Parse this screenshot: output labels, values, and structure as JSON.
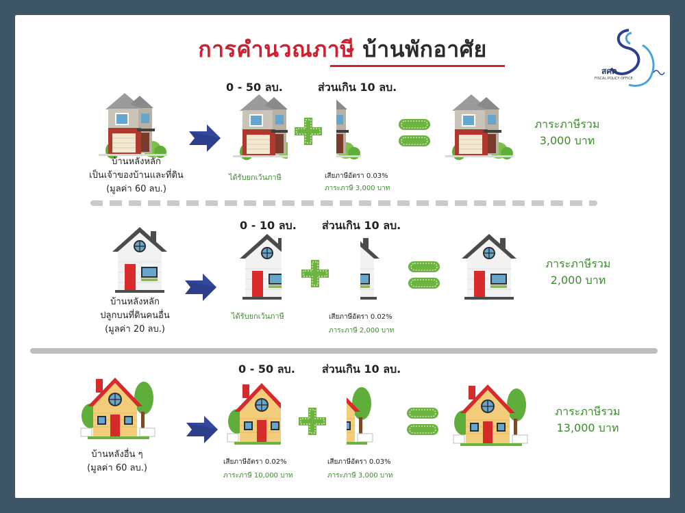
{
  "title": {
    "part1": "การคำนวณภาษี",
    "part2": "บ้านพักอาศัย"
  },
  "logo": {
    "text": "สศค.",
    "subtext": "FISCAL POLICY OFFICE"
  },
  "rows": [
    {
      "head_a": "0 - 50 ลบ.",
      "head_b": "ส่วนเกิน 10 ลบ.",
      "label_lines": [
        "บ้านหลังหลัก",
        "เป็นเจ้าของบ้านและที่ดิน",
        "(มูลค่า 60 ลบ.)"
      ],
      "a_note": "ได้รับยกเว้นภาษี",
      "b_rate": "เสียภาษีอัตรา 0.03%",
      "b_tax": "ภาระภาษี 3,000 บาท",
      "total_label": "ภาระภาษีรวม",
      "total_value": "3,000 บาท"
    },
    {
      "head_a": "0 - 10 ลบ.",
      "head_b": "ส่วนเกิน 10 ลบ.",
      "label_lines": [
        "บ้านหลังหลัก",
        "ปลูกบนที่ดินคนอื่น",
        "(มูลค่า 20 ลบ.)"
      ],
      "a_note": "ได้รับยกเว้นภาษี",
      "b_rate": "เสียภาษีอัตรา 0.02%",
      "b_tax": "ภาระภาษี 2,000 บาท",
      "total_label": "ภาระภาษีรวม",
      "total_value": "2,000 บาท"
    },
    {
      "head_a": "0 - 50 ลบ.",
      "head_b": "ส่วนเกิน 10 ลบ.",
      "label_lines": [
        "บ้านหลังอื่น ๆ",
        "(มูลค่า 60 ลบ.)"
      ],
      "a_rate": "เสียภาษีอัตรา 0.02%",
      "a_tax": "ภาระภาษี 10,000 บาท",
      "b_rate": "เสียภาษีอัตรา 0.03%",
      "b_tax": "ภาระภาษี 3,000 บาท",
      "total_label": "ภาระภาษีรวม",
      "total_value": "13,000 บาท"
    }
  ],
  "colors": {
    "accent": "#cf2030",
    "green": "#6cb33f",
    "arrow": "#2c3e8c",
    "frame": "#3e5566"
  },
  "icons": [
    "house-icon",
    "arrow-right-icon",
    "plus-icon",
    "equals-icon"
  ]
}
